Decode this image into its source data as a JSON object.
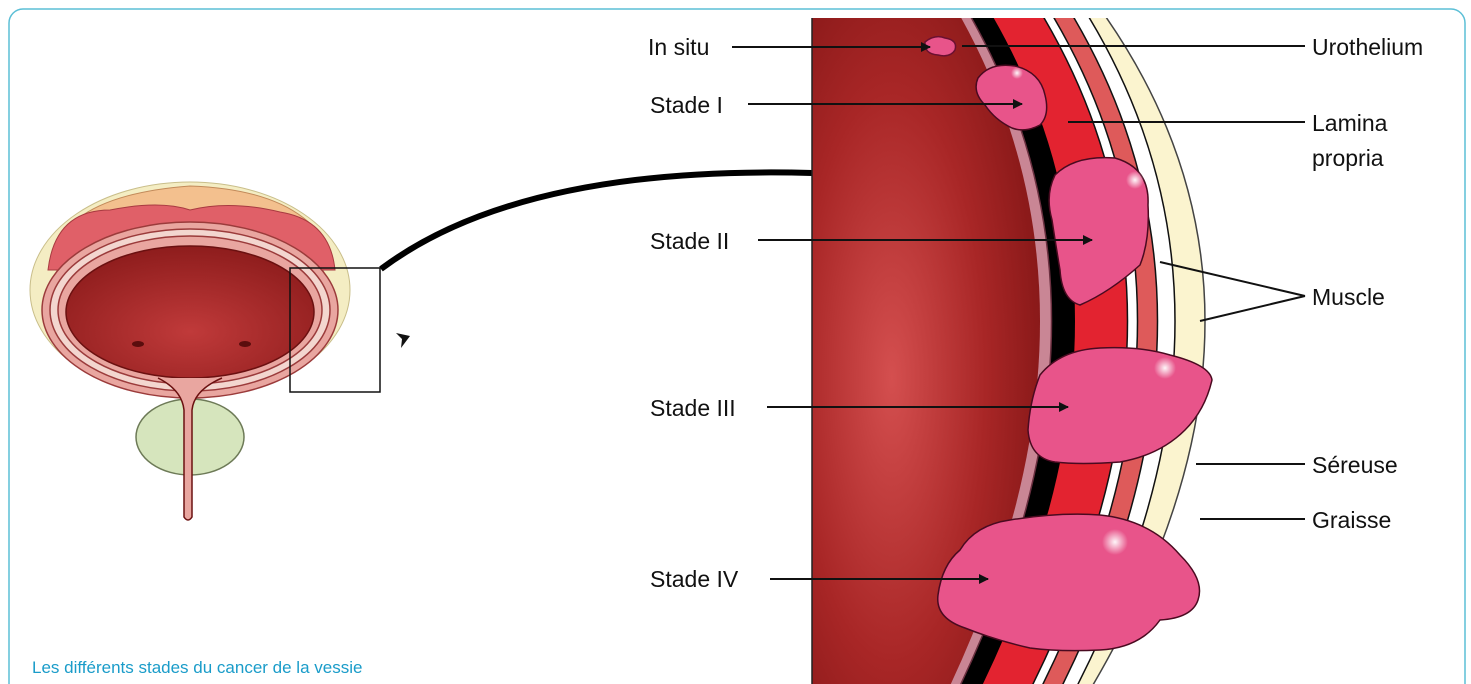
{
  "caption": "Les différents stades du cancer de la vessie",
  "stages": {
    "in_situ": "In situ",
    "stade_1": "Stade I",
    "stade_2": "Stade II",
    "stade_3": "Stade III",
    "stade_4": "Stade IV"
  },
  "layers": {
    "urothelium": "Urothelium",
    "lamina_1": "Lamina",
    "lamina_2": "propria",
    "muscle": "Muscle",
    "sereuse": "Séreuse",
    "graisse": "Graisse"
  },
  "colors": {
    "frame": "#5bbfd6",
    "bladder_lumen": "#8e1d1d",
    "tumor": "#e8548a",
    "muscle": "#e32330",
    "muscle_light": "#de5a5a",
    "fat": "#fbf4cf",
    "lamina": "#000000",
    "urothelium": "#c98695",
    "prostate": "#d6e5bd",
    "caption": "#1a9cc9"
  }
}
